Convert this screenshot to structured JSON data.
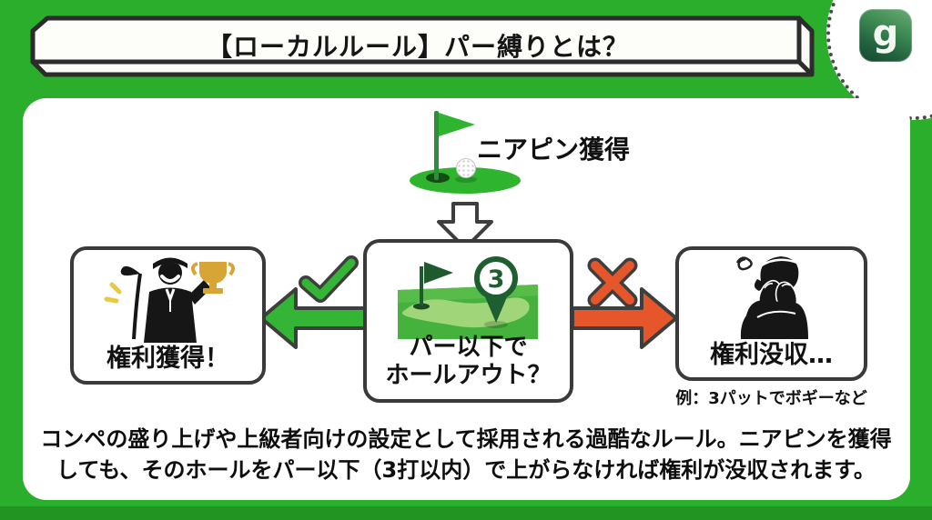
{
  "header": {
    "title": "【ローカルルール】パー縛りとは？",
    "logo_letter": "g"
  },
  "flow": {
    "trigger": {
      "label": "ニアピン獲得"
    },
    "question": {
      "line1": "パー以下で",
      "line2": "ホールアウト？",
      "pin_number": "3"
    },
    "success": {
      "label": "権利獲得！"
    },
    "failure": {
      "label": "権利没収…",
      "example": "例：3パットでボギーなど"
    }
  },
  "description": {
    "line1": "コンペの盛り上げや上級者向けの設定として採用される過酷なルール。ニアピンを獲得",
    "line2": "しても、そのホールをパー以下（3打以内）で上がらなければ権利が没収されます。"
  },
  "colors": {
    "background_green": "#2BAE2B",
    "accent_green": "#35B535",
    "accent_red": "#E5562B",
    "dark_green": "#1F5E30",
    "trophy_gold": "#D7A535",
    "border_dark": "#3A3A3A"
  }
}
